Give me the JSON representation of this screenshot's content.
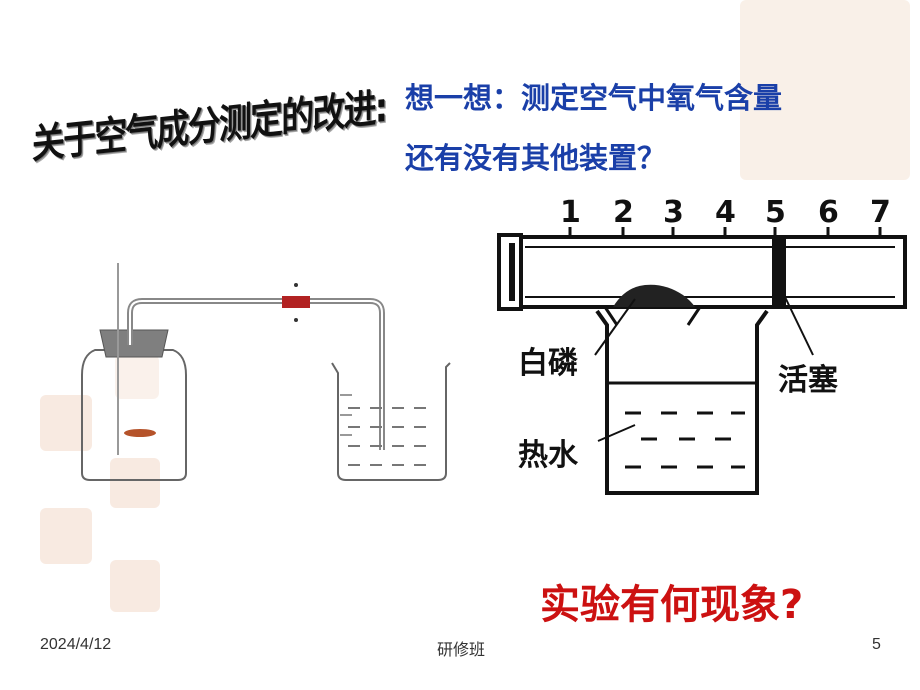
{
  "slide": {
    "title": "关于空气成分测定的改进:",
    "question_line1": "想一想：测定空气中氧气含量",
    "question_line2": "还有没有其他装置？",
    "apparatus": {
      "ruler_numbers": [
        "1",
        "2",
        "3",
        "4",
        "5",
        "6",
        "7"
      ],
      "label_phosphorus": "白磷",
      "label_piston": "活塞",
      "label_hot_water": "热水"
    },
    "prompt": "实验有何现象?"
  },
  "footer": {
    "date": "2024/4/12",
    "center": "研修班",
    "page": "5"
  },
  "colors": {
    "question_blue": "#1a3fa8",
    "prompt_red": "#cc1111",
    "clamp_red": "#b22222"
  }
}
